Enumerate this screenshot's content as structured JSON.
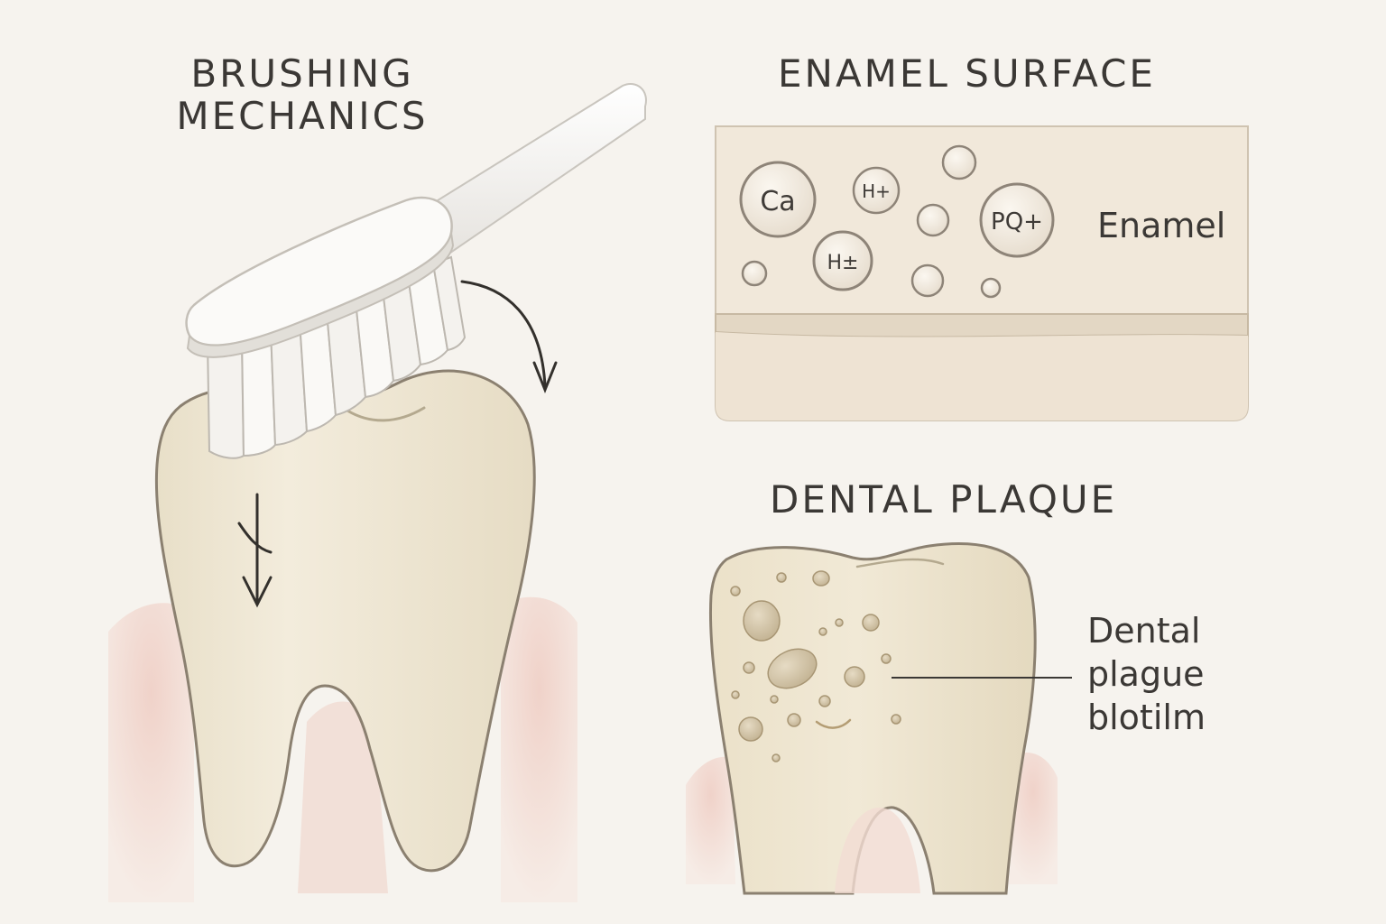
{
  "panels": {
    "brushing": {
      "title_line1": "BRUSHING",
      "title_line2": "MECHANICS"
    },
    "enamel": {
      "title": "ENAMEL SURFACE",
      "label": "Enamel",
      "ions": [
        "Ca",
        "H+",
        "PQ+",
        "H±"
      ]
    },
    "plaque": {
      "title": "DENTAL PLAQUE",
      "label_line1": "Dental",
      "label_line2": "plague",
      "label_line3": "blotilm"
    }
  },
  "colors": {
    "background": "#f6f3ee",
    "tooth": "#efe8d6",
    "tooth_outline": "#8b8070",
    "gum": "#eccbc3",
    "enamel_panel": "#f0e6d8",
    "plaque_spot": "#d6c8ac",
    "text": "#3b3835"
  }
}
